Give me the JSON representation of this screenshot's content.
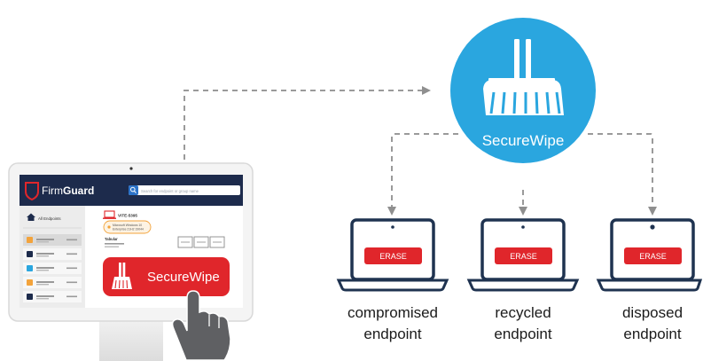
{
  "monitor": {
    "brand_prefix": "Firm",
    "brand_suffix": "Guard",
    "search_placeholder": "Search for endpoint or group name",
    "sidebar_header": "All Endpoints",
    "endpoint_name": "VITE-5395",
    "os_line1": "Microsoft Windows 10",
    "os_line2": "Enterprise 21H2 19044",
    "detail_label": "Tabular",
    "wipe_button": "SecureWipe"
  },
  "hub": {
    "label": "SecureWipe",
    "color": "#2aa6df"
  },
  "endpoints": [
    {
      "erase_label": "ERASE",
      "line1": "compromised",
      "line2": "endpoint"
    },
    {
      "erase_label": "ERASE",
      "line1": "recycled",
      "line2": "endpoint"
    },
    {
      "erase_label": "ERASE",
      "line1": "disposed",
      "line2": "endpoint"
    }
  ],
  "colors": {
    "accent_red": "#e0262b",
    "navy": "#1d2b4c",
    "laptop_navy": "#1f3350",
    "arrow_gray": "#9a9a9a",
    "hand_gray": "#5f6063"
  }
}
